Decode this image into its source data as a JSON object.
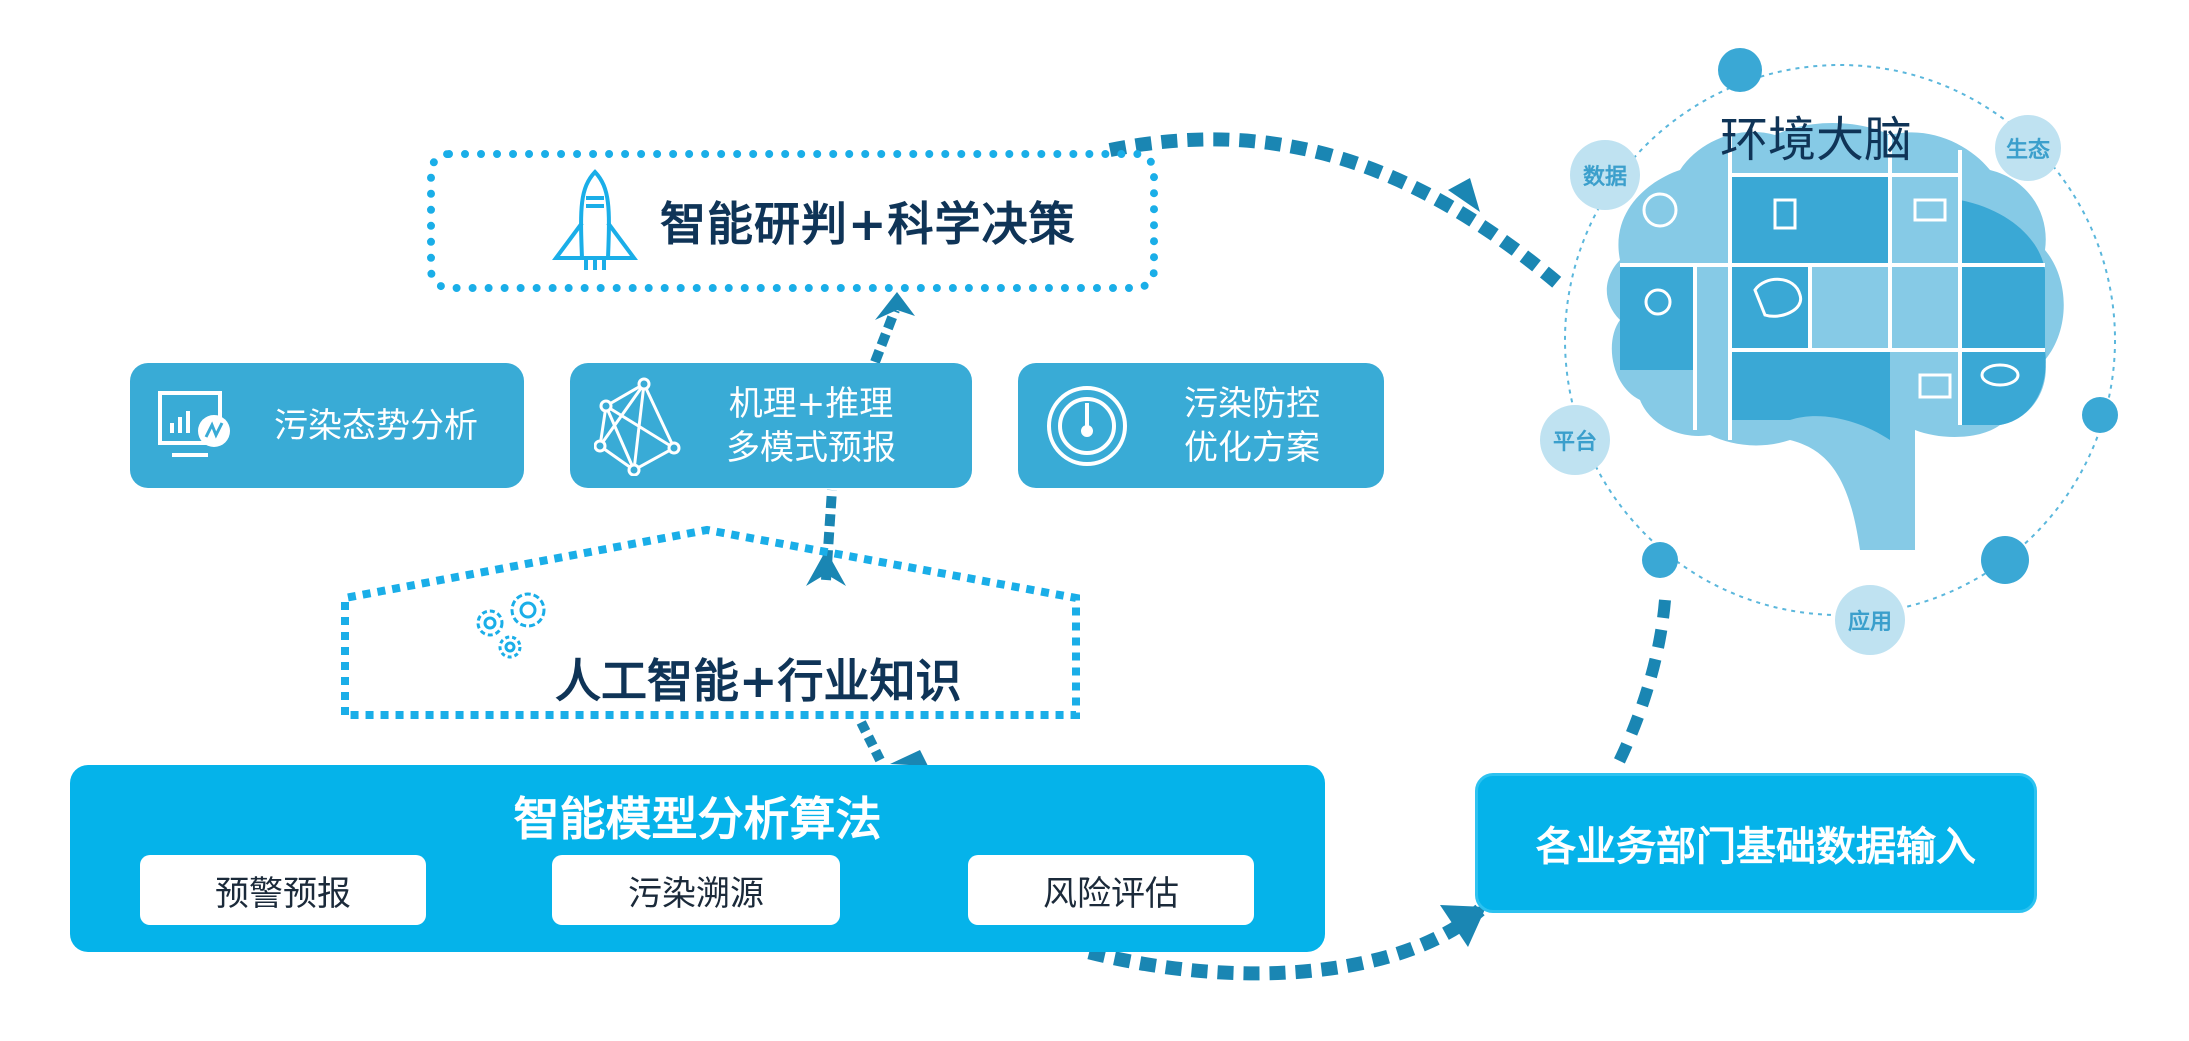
{
  "decision": {
    "title": "智能研判+科学决策",
    "icon": "rocket-icon"
  },
  "analysis_cards": [
    {
      "label": "污染态势分析",
      "icon": "monitor-chart-icon"
    },
    {
      "label_line1": "机理+推理",
      "label_line2": "多模式预报",
      "icon": "network-icon"
    },
    {
      "label_line1": "污染防控",
      "label_line2": "优化方案",
      "icon": "power-dial-icon"
    }
  ],
  "knowledge": {
    "title": "人工智能+行业知识",
    "icon": "gears-icon"
  },
  "algorithms": {
    "title": "智能模型分析算法",
    "items": [
      "预警预报",
      "污染溯源",
      "风险评估"
    ]
  },
  "data_input": {
    "label": "各业务部门基础数据输入"
  },
  "brain": {
    "title": "环境大脑",
    "orbit_labels": [
      "数据",
      "生态",
      "平台",
      "应用"
    ]
  },
  "colors": {
    "primary": "#05b3ea",
    "card": "#39abd6",
    "dark_text": "#0f3457",
    "arrow": "#1a86b3",
    "brain_light": "#86cae6",
    "brain_dark": "#3aa8d5"
  }
}
